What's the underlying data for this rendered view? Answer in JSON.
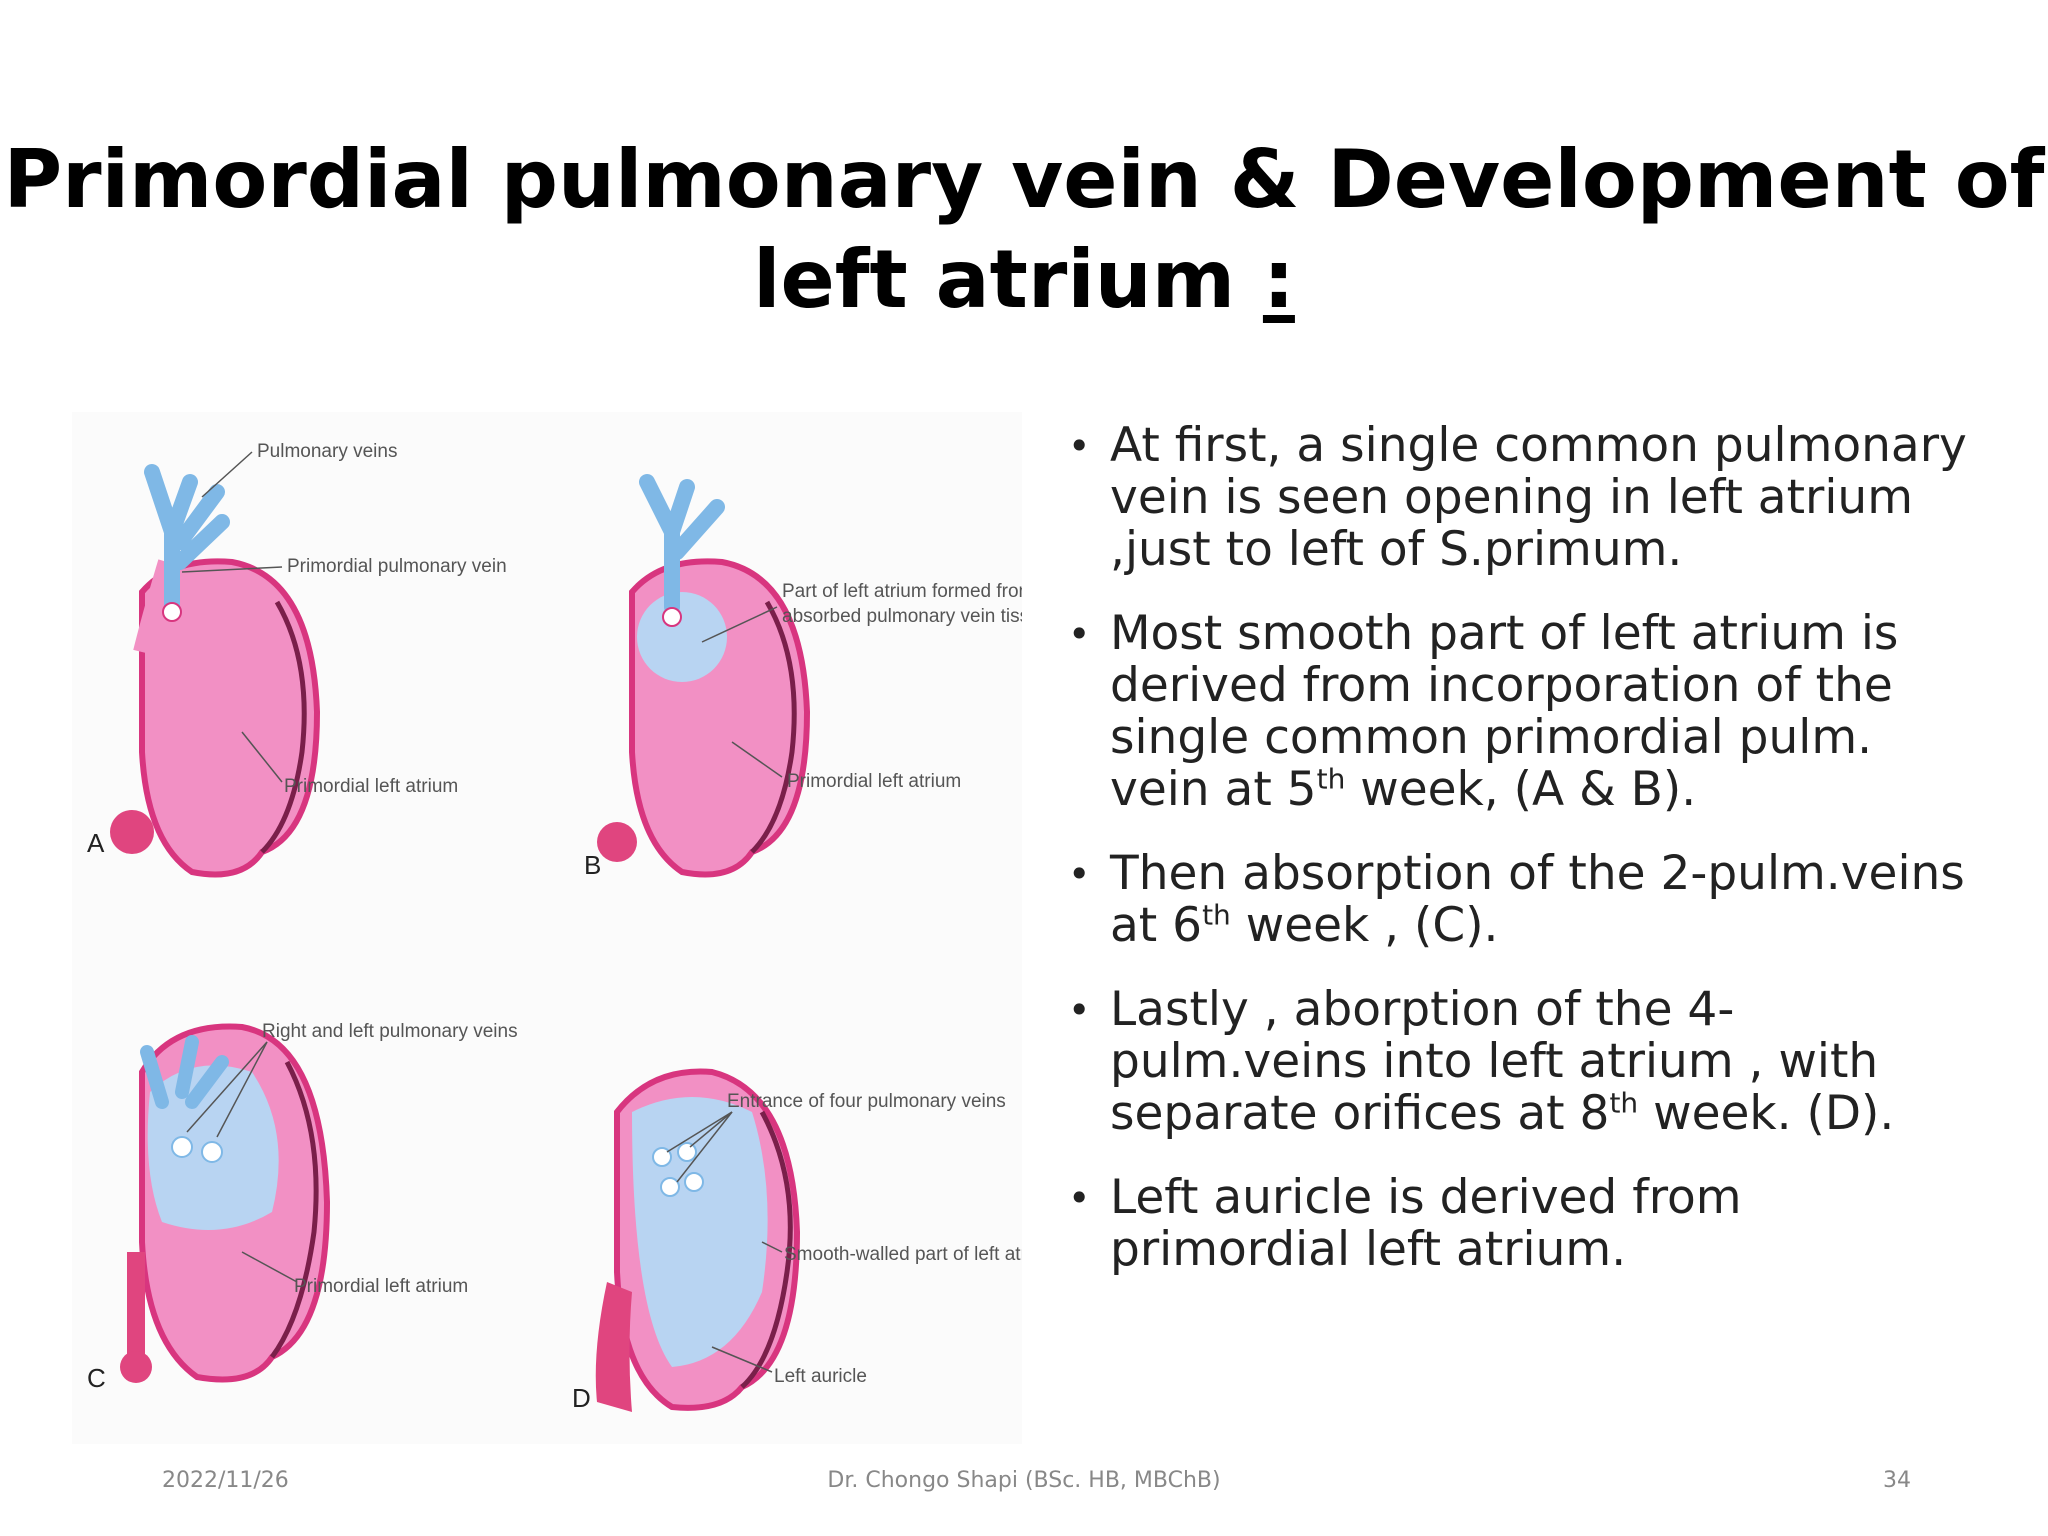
{
  "title": {
    "main": "Primordial pulmonary vein & Development of left atrium",
    "colon": ":"
  },
  "figure": {
    "panel_a": {
      "letter": "A",
      "labels": [
        "Pulmonary veins",
        "Primordial pulmonary vein",
        "Primordial left atrium"
      ]
    },
    "panel_b": {
      "letter": "B",
      "labels": [
        "Part of left atrium formed from",
        "absorbed pulmonary vein tissue",
        "Primordial left atrium"
      ]
    },
    "panel_c": {
      "letter": "C",
      "labels": [
        "Right and left pulmonary veins",
        "Primordial left atrium"
      ]
    },
    "panel_d": {
      "letter": "D",
      "labels": [
        "Entrance of four pulmonary veins",
        "Smooth-walled part of left atrium",
        "Left auricle"
      ]
    },
    "colors": {
      "atrium_pink": "#f290c4",
      "outline_pink": "#d8357f",
      "vein_blue": "#7fb8e6",
      "smooth_blue": "#b8d4f2"
    }
  },
  "bullets": [
    {
      "text": "At first, a single common pulmonary vein is seen opening in left atrium ,just to left of S.primum."
    },
    {
      "pre": "Most smooth part of left atrium   is derived  from incorporation of the single common primordial  pulm. vein at 5",
      "sup": "th",
      "post": " week, (A & B)."
    },
    {
      "pre": "Then absorption of the 2-pulm.veins  at 6",
      "sup": "th",
      "post": " week , (C)."
    },
    {
      "pre": "Lastly , aborption of the  4-pulm.veins into left atrium , with separate orifices at 8",
      "sup": "th",
      "post": " week. (D)."
    },
    {
      "text": "Left auricle  is derived from primordial left atrium."
    }
  ],
  "footer": {
    "date": "2022/11/26",
    "author": "Dr. Chongo Shapi (BSc. HB, MBChB)",
    "page": "34"
  }
}
